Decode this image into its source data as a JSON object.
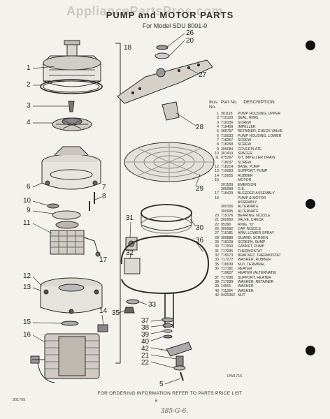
{
  "watermark": "AppliancePartsPros.com",
  "title": "PUMP and MOTOR PARTS",
  "subtitle": "For Model SDU 8001-0",
  "parts_list": {
    "headers": {
      "illus_no": "Illus. No.",
      "part_no": "Part No.",
      "description": "DESCRIPTION"
    },
    "rows": [
      [
        "1",
        "301118",
        "PUMP HOUSING, UPPER"
      ],
      [
        "2",
        "710129",
        "SEAL, RING"
      ],
      [
        "3",
        "716336",
        "SCREW"
      ],
      [
        "4",
        "719409",
        "IMPELLER"
      ],
      [
        "5",
        "300797",
        "RETAINER, CHECK VALVE"
      ],
      [
        "6",
        "715033",
        "PUMP HOUSING, LOWER"
      ],
      [
        "7",
        "718257",
        "SCREW"
      ],
      [
        "8",
        "718258",
        "SCREW"
      ],
      [
        "9",
        "300084",
        "COVERPLATE"
      ],
      [
        "10",
        "301419",
        "SPACER"
      ],
      [
        "11",
        "675297",
        "KIT, IMPELLER DRAIN"
      ],
      [
        "",
        "718037",
        "SCREW"
      ],
      [
        "12",
        "718214",
        "BASE, PUMP"
      ],
      [
        "13",
        "715083",
        "SUPPORT, PUMP"
      ],
      [
        "14",
        "715055",
        "RUBBER"
      ],
      [
        "15",
        "",
        "MOTOR"
      ],
      [
        "",
        "301509",
        "EMERSON"
      ],
      [
        "",
        "300098",
        "G.E."
      ],
      [
        "17",
        "718429",
        "BLEEDER ASSEMBLY"
      ],
      [
        "18",
        "",
        "PUMP & MOTOR"
      ],
      [
        "",
        "",
        "ASSEMBLY"
      ],
      [
        "",
        "300156",
        "ALTERNATE"
      ],
      [
        "",
        "300995",
        "ALTERNATE"
      ],
      [
        "20",
        "719176",
        "BEARING, NOZZLE"
      ],
      [
        "21",
        "300950",
        "VALVE, CHECK"
      ],
      [
        "22",
        "95390",
        "RING, \"O\""
      ],
      [
        "26",
        "300992",
        "CAP, NOZZLE"
      ],
      [
        "27",
        "715181",
        "ARM, LOWER SPRAY"
      ],
      [
        "28",
        "300888",
        "GUARD, SCREEN"
      ],
      [
        "29",
        "718128",
        "SCREEN, SUMP"
      ],
      [
        "30",
        "717000",
        "GASKET, PUMP"
      ],
      [
        "31",
        "717336",
        "THERMOSTAT"
      ],
      [
        "32",
        "715073",
        "BRACKET, THERMOSTAT"
      ],
      [
        "33",
        "717272",
        "WASHER, RUBBER"
      ],
      [
        "35",
        "718039",
        "NUT, TERMINAL"
      ],
      [
        "36",
        "717181",
        "HEATER"
      ],
      [
        "",
        "719607",
        "HEATER (ALTERNATE)"
      ],
      [
        "37",
        "717296",
        "SUPPORT, HEATER"
      ],
      [
        "38",
        "717289",
        "WASHER, RETAINER"
      ],
      [
        "39",
        "14501",
        "WASHER"
      ],
      [
        "40",
        "711284",
        "WASHER"
      ],
      [
        "42",
        "9420362",
        "NUT"
      ]
    ]
  },
  "callouts": {
    "c1": "1",
    "c2": "2",
    "c3": "3",
    "c4": "4",
    "c5": "5",
    "c6": "6",
    "c7": "7",
    "c8": "8",
    "c9": "9",
    "c10": "10",
    "c11": "11",
    "c12": "12",
    "c13": "13",
    "c14": "14",
    "c15": "15",
    "c16": "16",
    "c17": "17",
    "c18": "18",
    "c20": "20",
    "c21": "21",
    "c22": "22",
    "c26": "26",
    "c27": "27",
    "c28": "28",
    "c29": "29",
    "c30": "30",
    "c31": "31",
    "c32": "32",
    "c33": "33",
    "c35": "35",
    "c36": "36",
    "c37": "37",
    "c38": "38",
    "c39": "39",
    "c40": "40",
    "c42": "42"
  },
  "footer": "FOR ORDERING INFORMATION REFER TO PARTS PRICE LIST",
  "page_number": "6",
  "doc_number": "301795",
  "drawing_code": "DW1715",
  "handwritten_note": "385-G-6."
}
